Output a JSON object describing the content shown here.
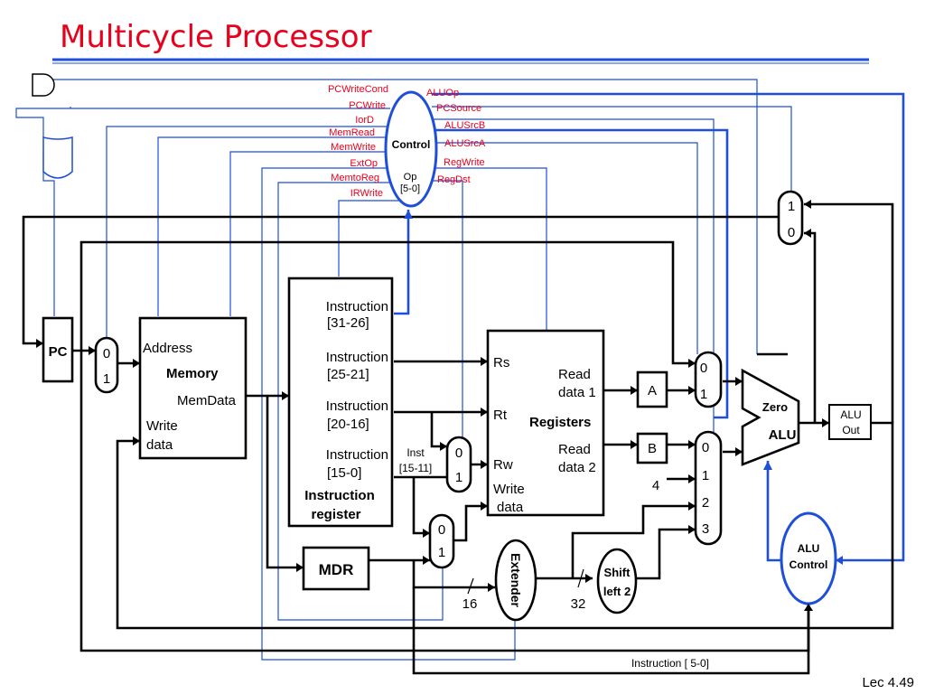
{
  "slide": {
    "title": "Multicycle Processor",
    "footer": "Lec 4.49"
  },
  "control": {
    "label": "Control",
    "op_label": "Op",
    "op_bits": "[5-0]",
    "left_signals": [
      "PCWriteCond",
      "PCWrite",
      "IorD",
      "MemRead",
      "MemWrite",
      "ExtOp",
      "MemtoReg",
      "IRWrite"
    ],
    "right_signals": [
      "ALUOp",
      "PCSource",
      "ALUSrcB",
      "ALUSrcA",
      "RegWrite",
      "RegDst"
    ]
  },
  "pc": {
    "label": "PC"
  },
  "memory": {
    "address": "Address",
    "title": "Memory",
    "memdata": "MemData",
    "write_line1": "Write",
    "write_line2": "data"
  },
  "instruction_register": {
    "fields": [
      {
        "line1": "Instruction",
        "line2": "[31-26]"
      },
      {
        "line1": "Instruction",
        "line2": "[25-21]"
      },
      {
        "line1": "Instruction",
        "line2": "[20-16]"
      },
      {
        "line1": "Instruction",
        "line2": "[15-0]"
      }
    ],
    "title_line1": "Instruction",
    "title_line2": "register"
  },
  "registers": {
    "rs": "Rs",
    "rt": "Rt",
    "rw": "Rw",
    "write_line1": "Write",
    "write_line2": "data",
    "read1_line1": "Read",
    "read1_line2": "data 1",
    "read2_line1": "Read",
    "read2_line2": "data 2",
    "title": "Registers"
  },
  "inst_label": {
    "line1": "Inst",
    "line2": "[15-11]"
  },
  "mdr": {
    "label": "MDR"
  },
  "extender": {
    "label": "Extender",
    "in_width": "16",
    "out_width": "32"
  },
  "shift": {
    "line1": "Shift",
    "line2": "left 2"
  },
  "reg_a": {
    "label": "A"
  },
  "reg_b": {
    "label": "B"
  },
  "const_four": "4",
  "alu": {
    "zero": "Zero",
    "label": "ALU"
  },
  "alu_out": {
    "line1": "ALU",
    "line2": "Out"
  },
  "alu_control": {
    "line1": "ALU",
    "line2": "Control"
  },
  "instr_5_0": "Instruction [ 5-0]",
  "mux_labels": {
    "zero": "0",
    "one": "1",
    "two": "2",
    "three": "3"
  },
  "colors": {
    "title": "#e8001c",
    "signal_label": "#e8001c",
    "control_line": "#1f4fd8",
    "datapath": "#000000"
  }
}
